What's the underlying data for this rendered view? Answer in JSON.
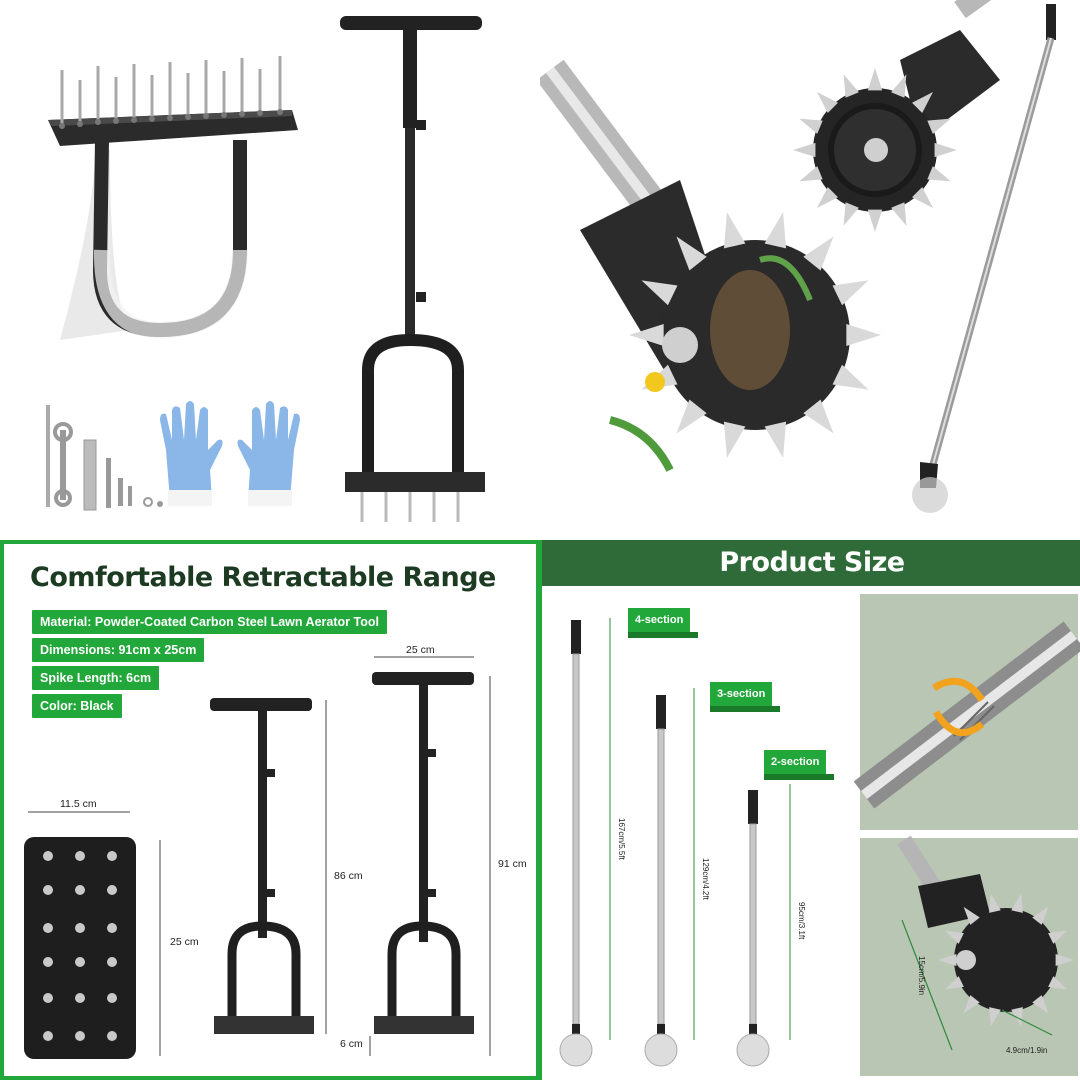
{
  "left_panel": {
    "title": "Comfortable Retractable Range",
    "specs": [
      "Material: Powder-Coated Carbon Steel Lawn Aerator Tool",
      "Dimensions: 91cm x 25cm",
      "Spike Length: 6cm",
      "Color: Black"
    ],
    "plate_width": "11.5 cm",
    "plate_height": "25 cm",
    "height_short": "86 cm",
    "width_top": "25 cm",
    "height_full": "91 cm",
    "spike_length": "6 cm"
  },
  "right_panel": {
    "title": "Product Size",
    "sections": [
      "4-section",
      "3-section",
      "2-section"
    ],
    "lengths": [
      "167cm/5.5ft",
      "129cm/4.2ft",
      "95cm/3.1ft"
    ],
    "wheel_diameter": "15cm/5.9in",
    "wheel_width": "4.9cm/1.9in"
  },
  "colors": {
    "accent_green": "#22a83a",
    "header_green": "#2e6b38",
    "title_dark": "#1c3b22"
  }
}
